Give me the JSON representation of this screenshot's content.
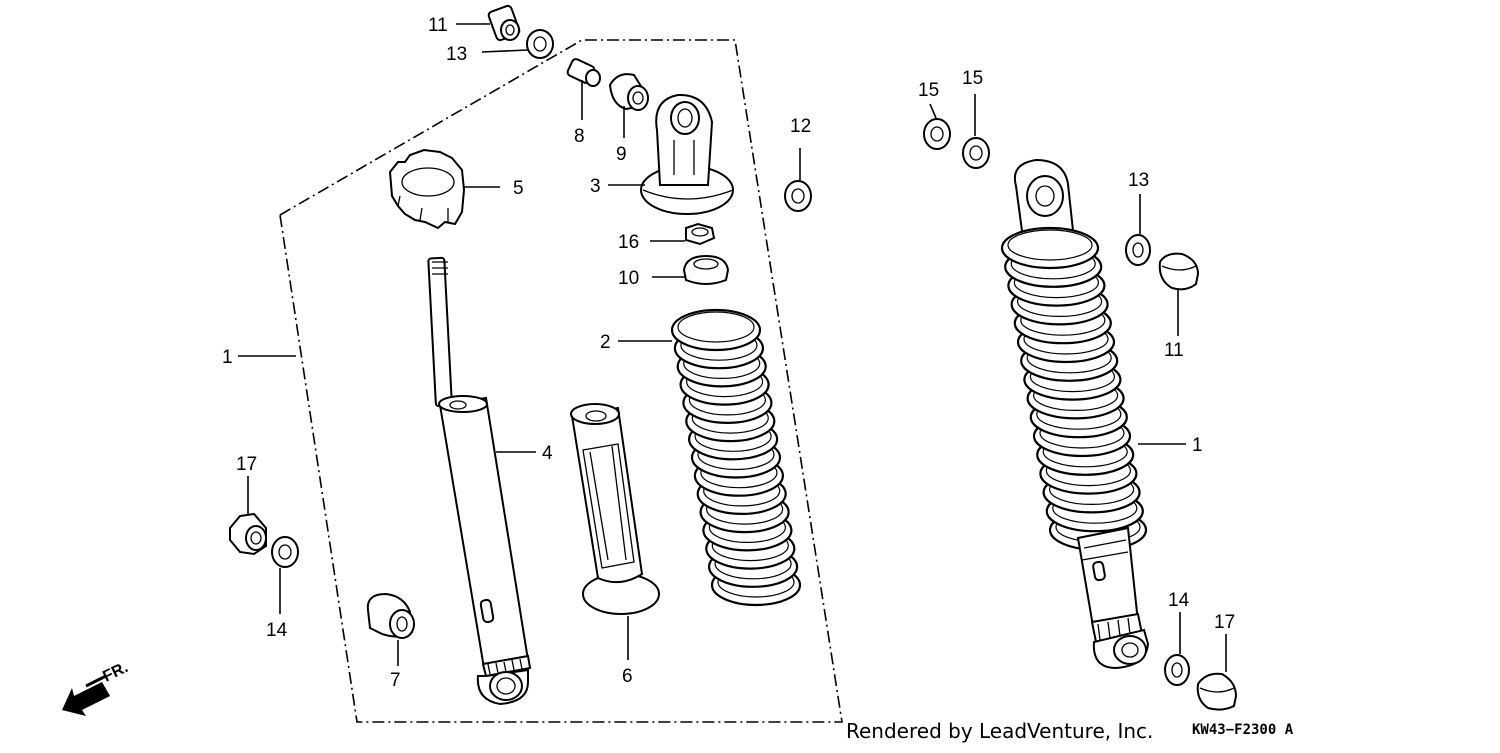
{
  "diagram": {
    "callouts": {
      "c1a": "1",
      "c1b": "1",
      "c2": "2",
      "c3": "3",
      "c4": "4",
      "c5": "5",
      "c6": "6",
      "c7": "7",
      "c8": "8",
      "c9": "9",
      "c10": "10",
      "c11a": "11",
      "c11b": "11",
      "c12": "12",
      "c13a": "13",
      "c13b": "13",
      "c14a": "14",
      "c14b": "14",
      "c15a": "15",
      "c15b": "15",
      "c16": "16",
      "c17a": "17",
      "c17b": "17"
    },
    "direction_label": "FR.",
    "credit": "Rendered by LeadVenture, Inc.",
    "code": "KW43−F2300 A"
  }
}
